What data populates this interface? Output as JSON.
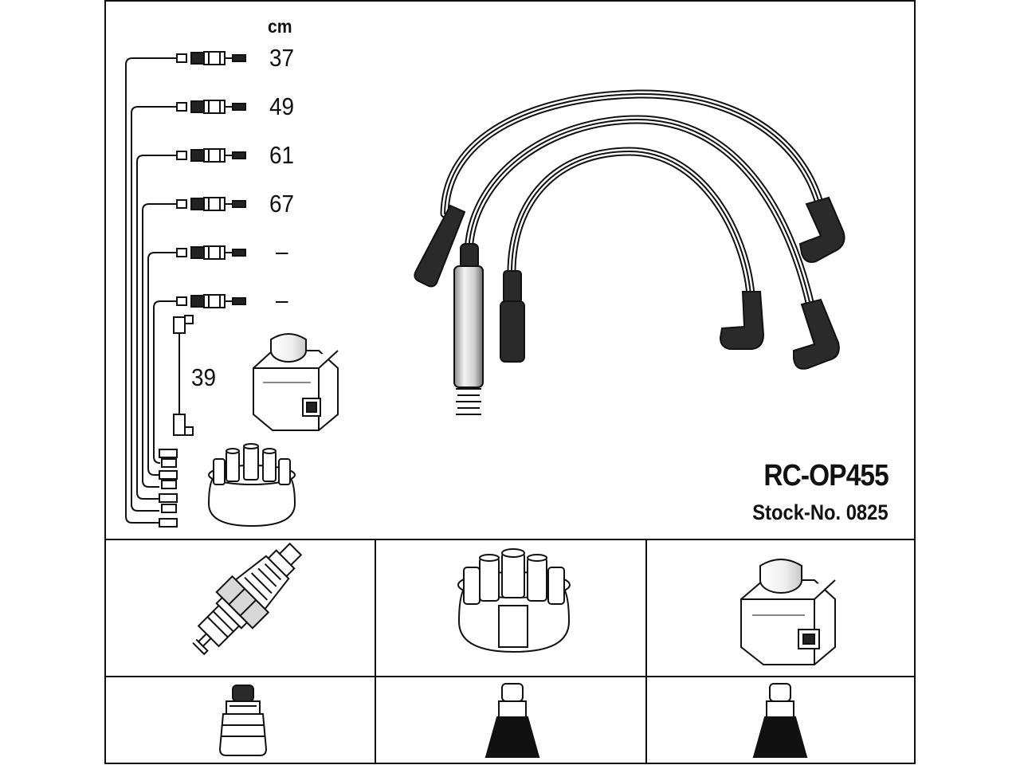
{
  "unit_label": "cm",
  "lengths": [
    "37",
    "49",
    "61",
    "67",
    "–",
    "–"
  ],
  "coil_lead_length": "39",
  "product": {
    "code": "RC-OP455",
    "stock_number": "Stock-No. 0825"
  },
  "colors": {
    "line": "#111111",
    "background": "#ffffff",
    "highlight": "#cfcfcf"
  },
  "icons": {
    "components": [
      "spark-plug-icon",
      "distributor-cap-icon",
      "ignition-coil-icon"
    ],
    "connectors": [
      "plug-boot-icon",
      "cap-boot-icon",
      "coil-boot-icon"
    ]
  }
}
